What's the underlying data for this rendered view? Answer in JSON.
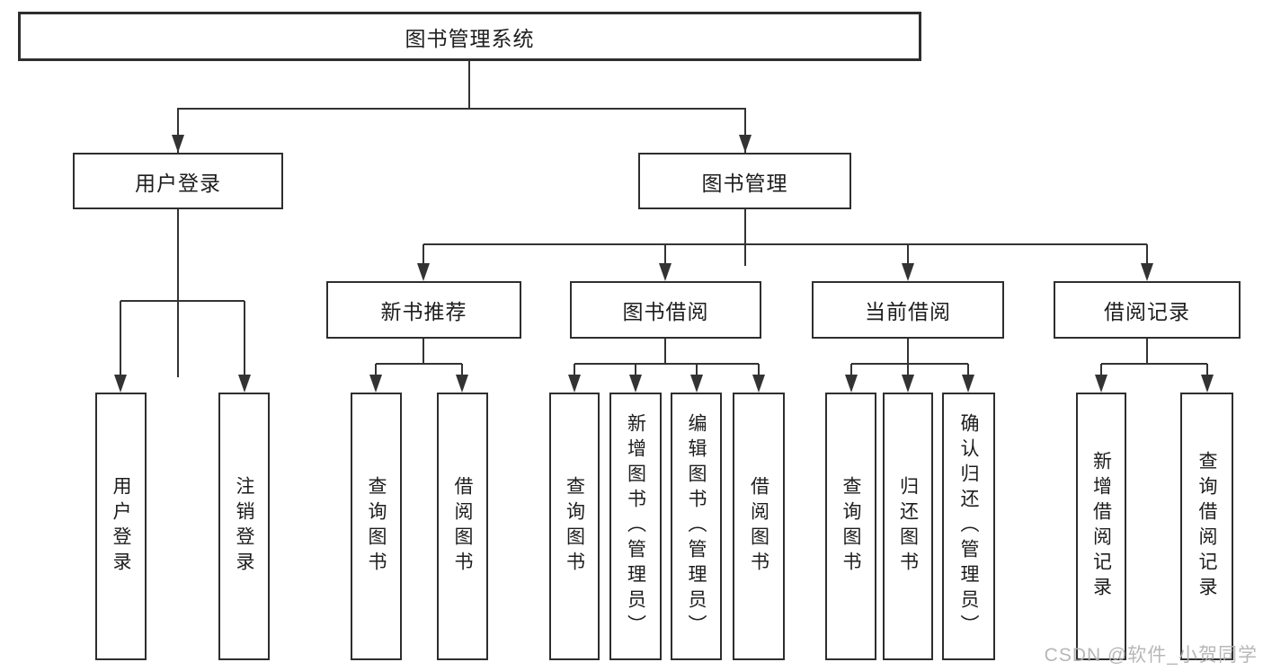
{
  "diagram_type": "hierarchy-tree",
  "colors": {
    "line": "#333333",
    "border": "#2e2e2e",
    "text": "#1d1d1d",
    "watermark": "#b1b1b1",
    "background": "#ffffff"
  },
  "tree": {
    "root": "图书管理系统",
    "branches": [
      {
        "label": "用户登录",
        "leaves": [
          "用户登录",
          "注销登录"
        ]
      },
      {
        "label": "图书管理",
        "sections": [
          {
            "label": "新书推荐",
            "leaves": [
              "查询图书",
              "借阅图书"
            ]
          },
          {
            "label": "图书借阅",
            "leaves": [
              "查询图书",
              "新增图书（管理员）",
              "编辑图书（管理员）",
              "借阅图书"
            ]
          },
          {
            "label": "当前借阅",
            "leaves": [
              "查询图书",
              "归还图书",
              "确认归还（管理员）"
            ]
          },
          {
            "label": "借阅记录",
            "leaves": [
              "新增借阅记录",
              "查询借阅记录"
            ]
          }
        ]
      }
    ]
  },
  "watermark": "CSDN @软件_小贺同学"
}
